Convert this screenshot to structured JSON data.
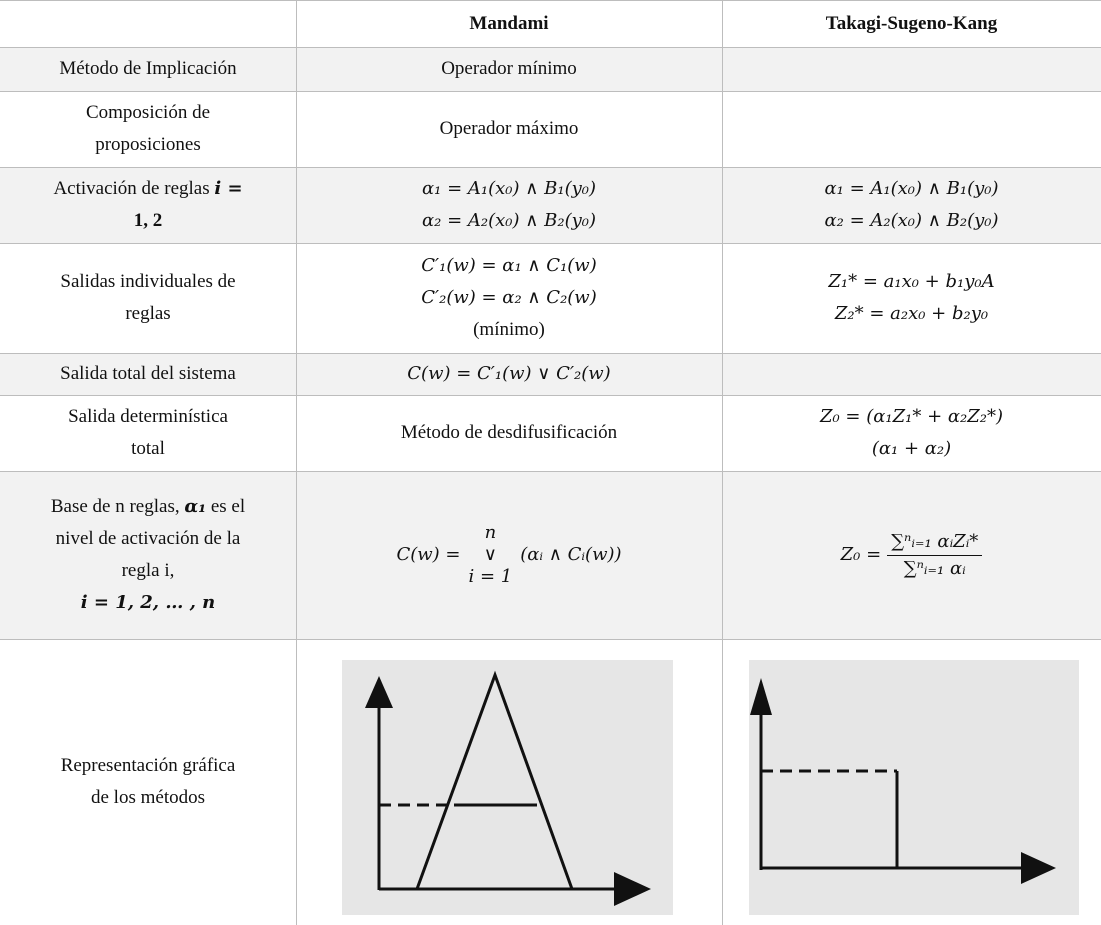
{
  "headers": {
    "col1": "",
    "mandami": "Mandami",
    "tsk": "Takagi-Sugeno-Kang"
  },
  "rows": {
    "implicacion": {
      "label": "Método de Implicación",
      "mandami": "Operador mínimo",
      "tsk": ""
    },
    "composicion": {
      "label_line1": "Composición de",
      "label_line2": "proposiciones",
      "mandami": "Operador máximo",
      "tsk": ""
    },
    "activacion": {
      "label_line1": "Activación de reglas",
      "label_var": "i =",
      "label_line2": "1, 2",
      "mandami_line1": "α₁ = A₁(x₀) ∧ B₁(y₀)",
      "mandami_line2": "α₂ = A₂(x₀) ∧ B₂(y₀)",
      "tsk_line1": "α₁ = A₁(x₀) ∧ B₁(y₀)",
      "tsk_line2": "α₂ = A₂(x₀) ∧ B₂(y₀)"
    },
    "salidas": {
      "label_line1": "Salidas individuales de",
      "label_line2": "reglas",
      "mandami_line1": "C′₁(w) = α₁ ∧ C₁(w)",
      "mandami_line2": "C′₂(w) = α₂ ∧ C₂(w)",
      "mandami_line3": "(mínimo)",
      "tsk_line1": "Z₁* = a₁x₀ + b₁y₀A",
      "tsk_line2": "Z₂* = a₂x₀ + b₂y₀"
    },
    "salida_total": {
      "label": "Salida total del sistema",
      "mandami": "C(w) = C′₁(w) ∨ C′₂(w)",
      "tsk": ""
    },
    "determinista": {
      "label_line1": "Salida determinística",
      "label_line2": "total",
      "mandami": "Método de desdifusificación",
      "tsk_line1": "Z₀ = (α₁Z₁* + α₂Z₂*)",
      "tsk_line2": "(α₁ + α₂)"
    },
    "base": {
      "label_line1a": "Base de n reglas,",
      "label_alpha": "α₁",
      "label_line1b": "es el",
      "label_line2": "nivel de activación de la",
      "label_line3": "regla i,",
      "label_line4": "i = 1, 2, … , n",
      "mandami_lhs": "C(w) =",
      "mandami_top": "n",
      "mandami_op": "∨",
      "mandami_bottom": "i = 1",
      "mandami_rhs": "(αᵢ ∧ Cᵢ(w))",
      "tsk_lhs": "Z₀ =",
      "tsk_num": "∑ⁿᵢ₌₁ αᵢZᵢ*",
      "tsk_den": "∑ⁿᵢ₌₁ αᵢ"
    },
    "grafica": {
      "label_line1": "Representación gráfica",
      "label_line2": "de los métodos"
    }
  },
  "colors": {
    "border": "#bdbdbd",
    "shade": "#f2f2f2",
    "figure_bg": "#e6e6e6"
  }
}
